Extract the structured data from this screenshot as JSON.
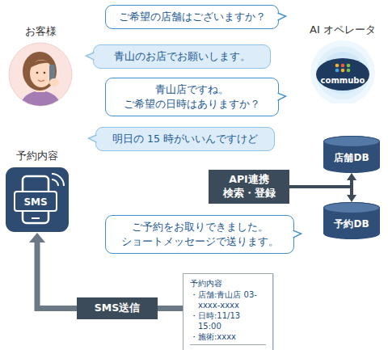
{
  "diagram": {
    "nodes": [
      {
        "text": [
          "お客様"
        ]
      },
      {
        "text": [
          "ご希望の店舗はございますか？"
        ]
      },
      {
        "text": [
          "AI オペレータ",
          "commubo"
        ]
      },
      {
        "text": [
          "青山のお店でお願いします。"
        ]
      },
      {
        "text": [
          "青山店ですね。 ご希望の日時はありますか？"
        ]
      },
      {
        "text": [
          "明日の 15 時がいいんですけど"
        ]
      },
      {
        "text": [
          "予約内容",
          "SMS"
        ]
      },
      {
        "text": [
          "店舗DB"
        ]
      },
      {
        "text": [
          "API連携 検索・登録"
        ]
      },
      {
        "text": [
          "予約DB"
        ]
      },
      {
        "text": [
          "ご予約をお取りできました。 ショートメッセージで送ります。"
        ]
      },
      {
        "text": [
          "SMS送信"
        ]
      },
      {
        "text": [
          "予約内容",
          "・店舗:青山店 03-xxxx-xxxx",
          "・日時:11/13 15:00",
          "・施術:xxxx"
        ]
      }
    ],
    "edges": [
      {
        "from": 8,
        "to": 7,
        "arrow": "to"
      },
      {
        "from": 8,
        "to": 9,
        "arrow": "to"
      },
      {
        "from": 12,
        "to": 11,
        "arrow": "none"
      },
      {
        "from": 11,
        "to": 6,
        "arrow": "to"
      }
    ]
  }
}
